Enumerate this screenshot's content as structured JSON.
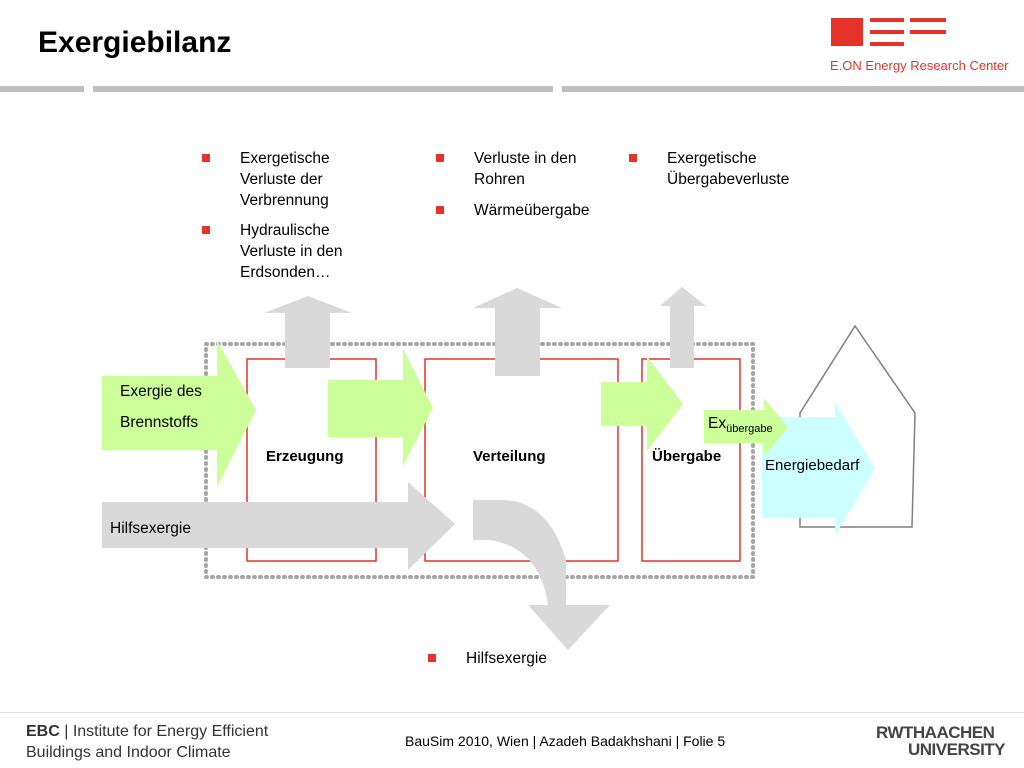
{
  "header": {
    "title": "Exergiebilanz",
    "logo_text": "E.ON Energy Research Center"
  },
  "bullets": {
    "col1": [
      "Exergetische\nVerluste der\nVerbrennung",
      "Hydraulische\nVerluste in den\nErdsonden…"
    ],
    "col2": [
      "Verluste in den\nRohren",
      "Wärmeübergabe"
    ],
    "col3": [
      "Exergetische\nÜbergabeverluste"
    ],
    "bottom": "Hilfsexergie"
  },
  "diagram": {
    "input_label_line1": "Exergie des",
    "input_label_line2": "Brennstoffs",
    "auxiliary_label": "Hilfsexergie",
    "stages": [
      "Erzeugung",
      "Verteilung",
      "Übergabe"
    ],
    "ex_main": "Ex",
    "ex_sub": "übergabe",
    "demand_label": "Energiebedarf",
    "colors": {
      "green": "#ccff99",
      "gray": "#d9d9d9",
      "cyan": "#ccffff",
      "red": "#e63329"
    }
  },
  "footer": {
    "institute_prefix": "EBC",
    "institute_line1": "Institute for Energy Efficient",
    "institute_line2": "Buildings and Indoor Climate",
    "center": "BauSim 2010, Wien | Azadeh Badakhshani | Folie 5",
    "uni_line1": "RWTHAACHEN",
    "uni_line2": "UNIVERSITY"
  }
}
